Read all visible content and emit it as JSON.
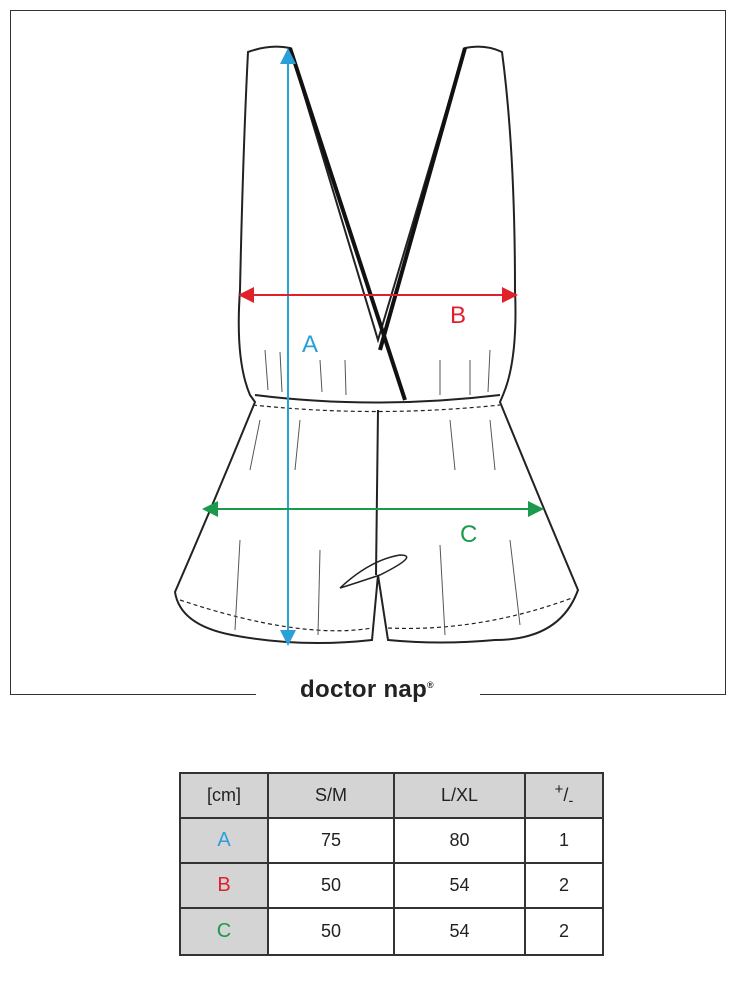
{
  "brand": {
    "name": "doctor nap",
    "mark": "®"
  },
  "diagram": {
    "labels": {
      "A": "A",
      "B": "B",
      "C": "C"
    },
    "colors": {
      "A": "#2aa0d8",
      "B": "#e0202a",
      "C": "#1a9a4a"
    }
  },
  "table": {
    "headers": [
      "[cm]",
      "S/M",
      "L/XL",
      "+/-"
    ],
    "rows": [
      {
        "label": "A",
        "values": [
          "75",
          "80",
          "1"
        ]
      },
      {
        "label": "B",
        "values": [
          "50",
          "54",
          "2"
        ]
      },
      {
        "label": "C",
        "values": [
          "50",
          "54",
          "2"
        ]
      }
    ]
  }
}
